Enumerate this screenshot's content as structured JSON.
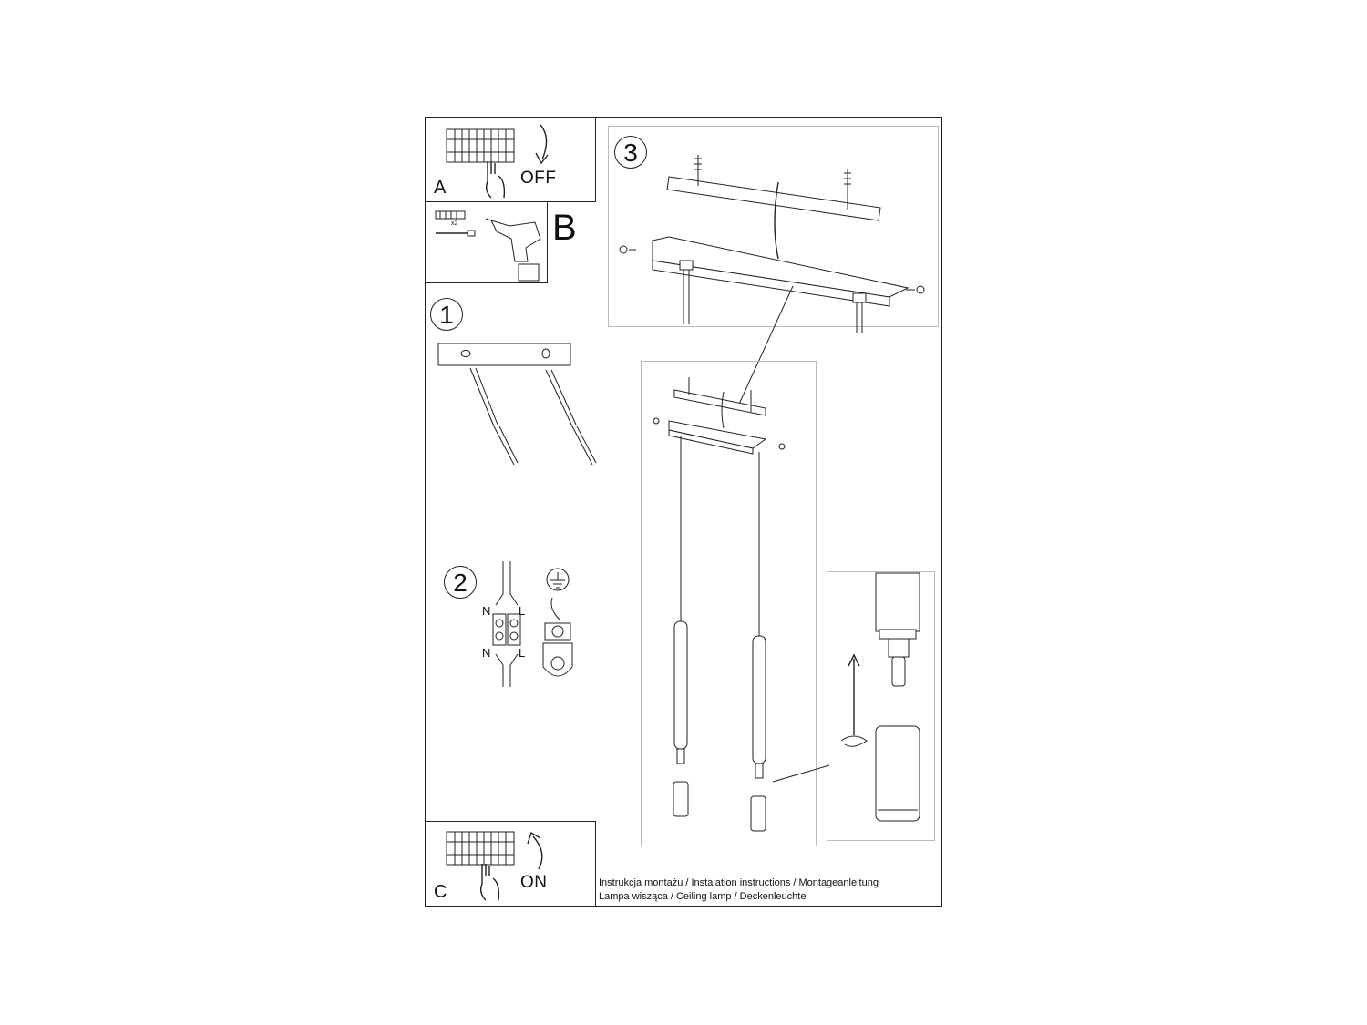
{
  "panels": {
    "a": {
      "letter": "A",
      "word": "OFF"
    },
    "b": {
      "letter": "B",
      "count_label": "x2"
    },
    "c": {
      "letter": "C",
      "word": "ON"
    }
  },
  "steps": [
    {
      "number": "1"
    },
    {
      "number": "2",
      "wire_labels": {
        "top_left": "N",
        "top_right": "L",
        "bottom_left": "N",
        "bottom_right": "L"
      }
    },
    {
      "number": "3"
    }
  ],
  "caption": {
    "line1": "Instrukcja montażu / Instalation instructions / Montageanleitung",
    "line2": "Lampa wisząca / Ceiling lamp / Deckenleuchte"
  },
  "icons": [
    "breaker-panel-icon",
    "hand-icon",
    "curved-arrow-icon",
    "drill-icon",
    "wall-plug-icon",
    "screw-icon",
    "terminal-block-icon",
    "ground-symbol-icon",
    "rotate-arrow-icon"
  ]
}
